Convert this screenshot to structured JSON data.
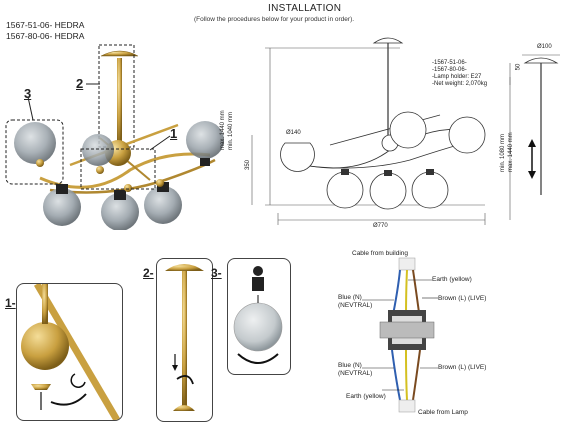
{
  "header": {
    "title": "INSTALLATION",
    "subtitle": "(Follow the procedures below for your product in order)."
  },
  "models": [
    "1567-51-06- HEDRA",
    "1567-80-06- HEDRA"
  ],
  "step_labels": {
    "s1": "1",
    "s2": "2",
    "s3": "3"
  },
  "detail_labels": {
    "d1": "1-",
    "d2": "2-",
    "d3": "3-"
  },
  "spec": {
    "line1": "-1567-51-06-",
    "line2": "-1567-80-06-",
    "line3": "-Lamp holder: E27",
    "line4": "-Net weight: 2,070kg"
  },
  "dims": {
    "canopy": "Ø100",
    "drop": "50",
    "min_max_left_1": "max. 1440 mm",
    "min_max_left_2": "min. 1040 mm",
    "min_max_right_1": "min. 1080 mm",
    "min_max_right_2": "max. 1440 mm",
    "globe": "Ø140",
    "height": "350",
    "width": "Ø770"
  },
  "wiring": {
    "cable_building": "Cable from building",
    "earth_top": "Earth (yellow)",
    "blue_top_1": "Blue (N)",
    "blue_top_2": "(NEVTRAL)",
    "brown_top": "Brown (L) (LIVE)",
    "blue_bot_1": "Blue (N)",
    "blue_bot_2": "(NEVTRAL)",
    "brown_bot": "Brown (L) (LIVE)",
    "earth_bot": "Earth (yellow)",
    "cable_lamp": "Cable from Lamp"
  },
  "colors": {
    "brass": "#c9a040",
    "glass": "#9aa3aa",
    "wire_blue": "#2f5fb0",
    "wire_brown": "#7a4a20",
    "wire_yellow": "#d4c020"
  }
}
